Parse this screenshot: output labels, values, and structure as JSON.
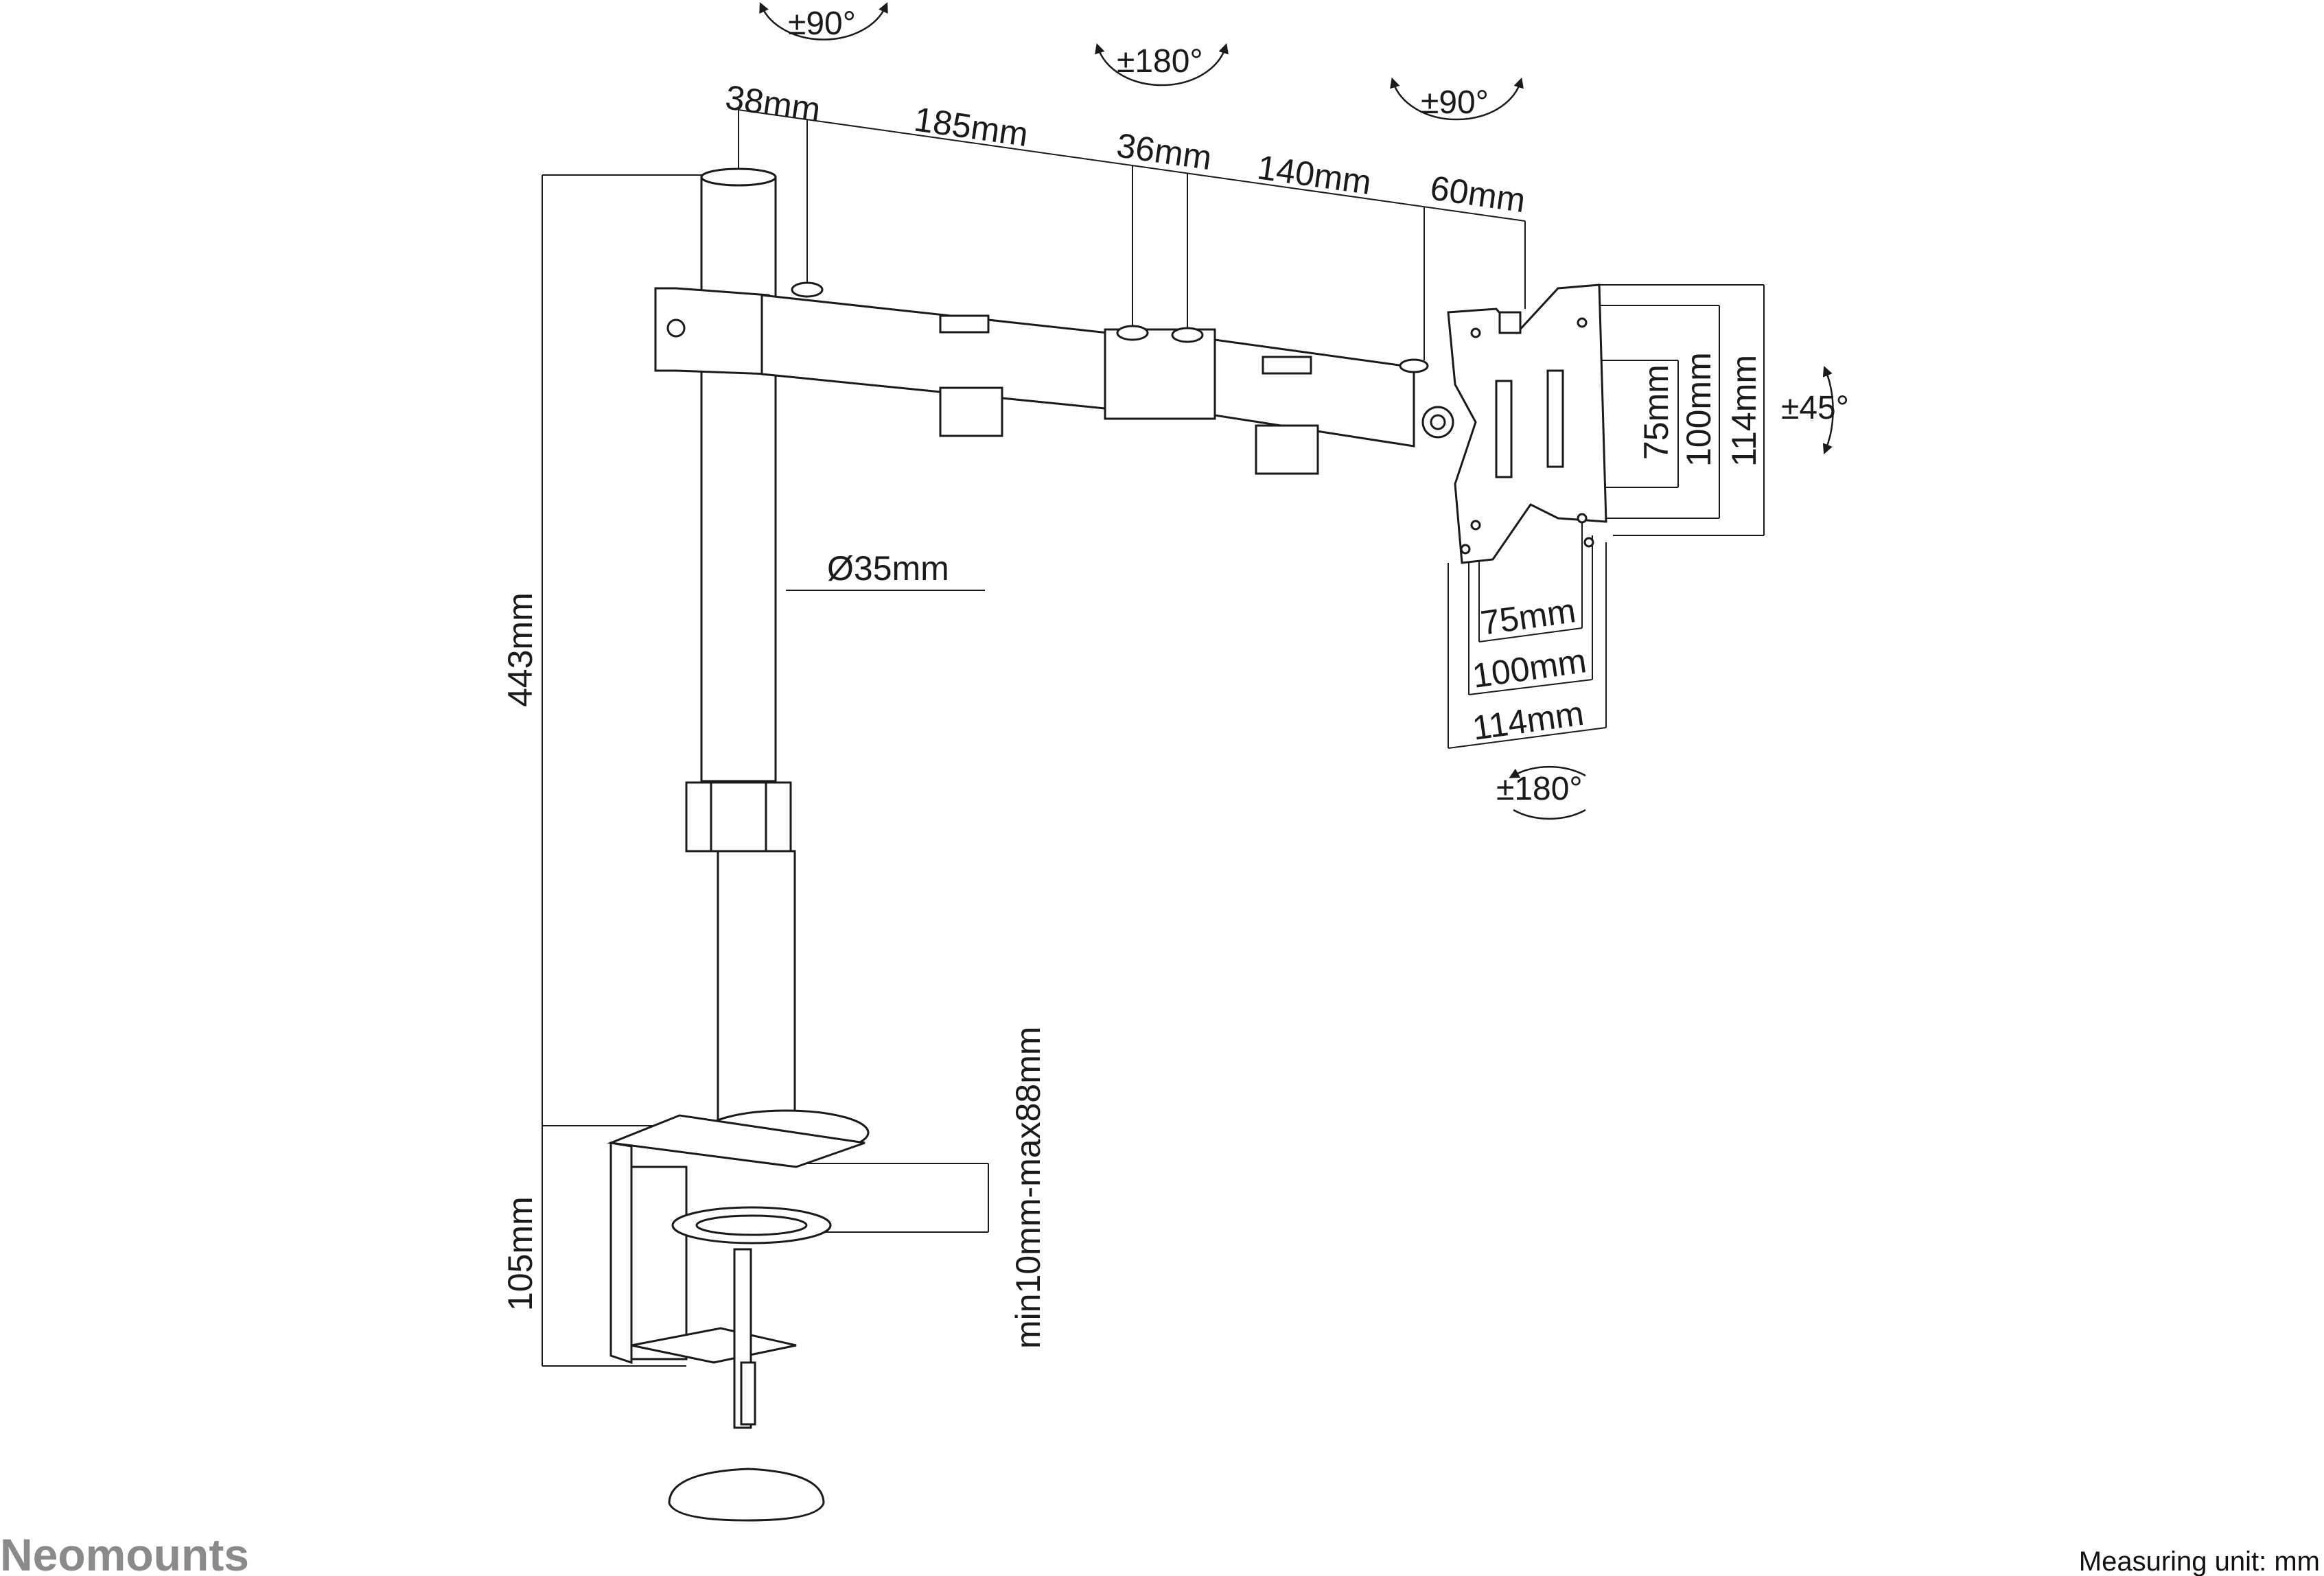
{
  "brand": {
    "name": "Neomounts"
  },
  "footer": {
    "measuring_unit": "Measuring unit: mm"
  },
  "angles": {
    "pole_rotation": "±90°",
    "arm_joint_rotation": "±180°",
    "head_tilt": "±90°",
    "plate_swivel": "±45°",
    "plate_rotation": "±180°"
  },
  "arm_dimensions": {
    "pole_offset": "38mm",
    "arm_segment_1": "185mm",
    "joint_spacing": "36mm",
    "arm_segment_2": "140mm",
    "head_depth": "60mm"
  },
  "pole": {
    "diameter": "Ø35mm",
    "height": "443mm"
  },
  "clamp": {
    "height": "105mm",
    "desk_thickness": "min10mm-max88mm"
  },
  "vesa": {
    "vertical": [
      "75mm",
      "100mm",
      "114mm"
    ],
    "horizontal": [
      "75mm",
      "100mm",
      "114mm"
    ]
  },
  "colors": {
    "line": "#1a1a1a",
    "brand": "#8a8a8a"
  }
}
